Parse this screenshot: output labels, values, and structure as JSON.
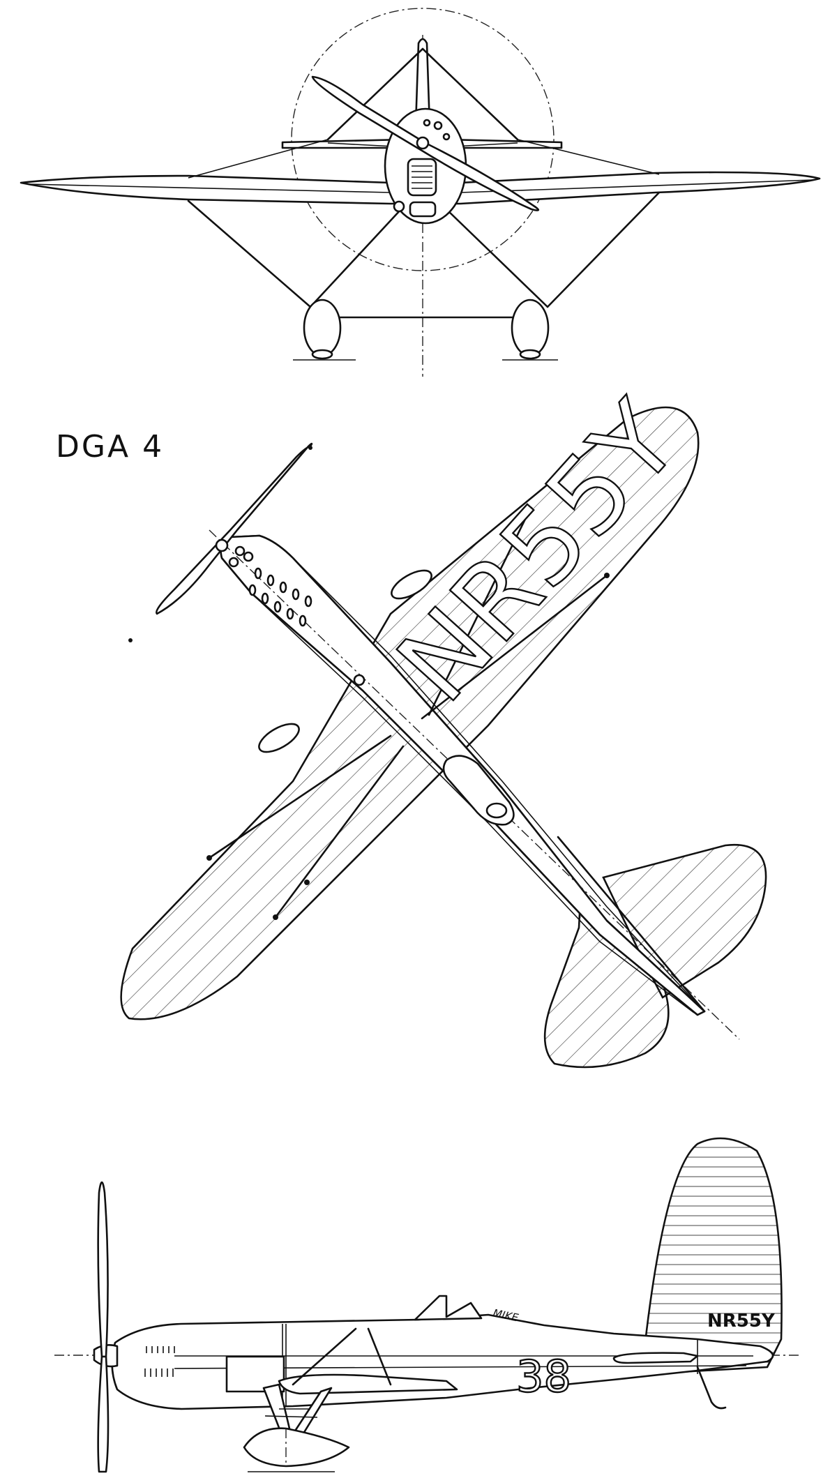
{
  "title": "DGA 4",
  "registration": "NR55Y",
  "race_number": "38",
  "nickname": "MIKE",
  "views": [
    "front-view",
    "plan-view",
    "side-view"
  ],
  "colors": {
    "ink": "#111111",
    "paper": "#ffffff"
  }
}
